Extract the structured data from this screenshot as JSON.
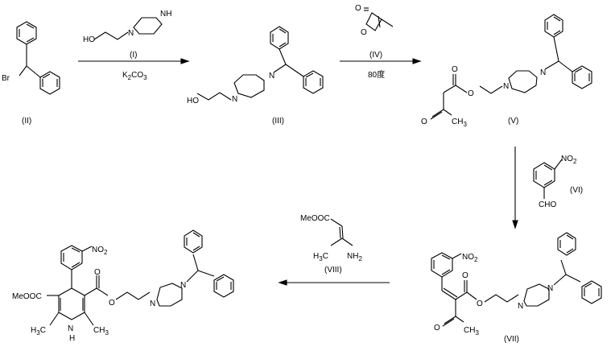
{
  "labels": {
    "c2": "(II)",
    "c1": "(I)",
    "c3": "(III)",
    "c4": "(IV)",
    "c5": "(V)",
    "c6": "(VI)",
    "c7": "(VII)",
    "c8": "(VIII)"
  },
  "atoms": {
    "br": "Br",
    "ho1": "HO",
    "n": "N",
    "nh": "NH",
    "ho3": "HO",
    "o": "O",
    "ch3": "CH",
    "sub3": "3",
    "no2": "NO",
    "sub2": "2",
    "cho": "CHO",
    "meooc": "MeOOC",
    "h3c": "H",
    "nh2": "NH",
    "h": "H",
    "c": "C"
  },
  "conditions": {
    "k2co3": "K",
    "k2co3_sub": "2",
    "k2co3_tail": "CO",
    "k2co3_sub2": "3",
    "temp": "80度"
  }
}
